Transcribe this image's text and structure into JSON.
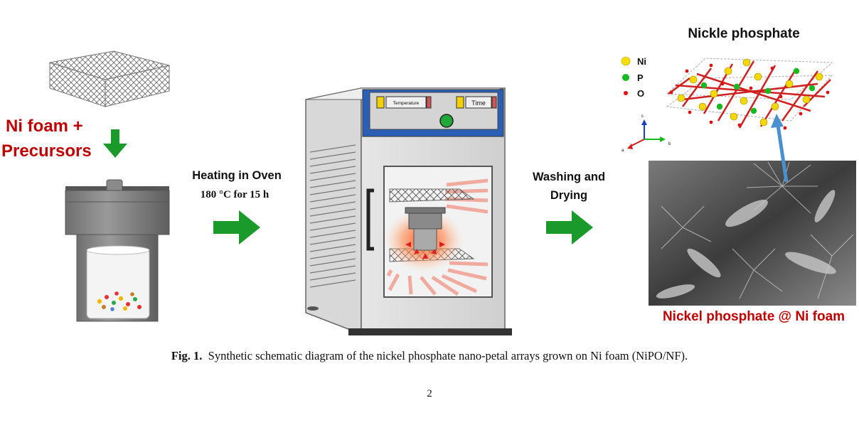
{
  "labels": {
    "precursor_line1": "Ni foam +",
    "precursor_line2": "Precursors",
    "heating_line1": "Heating in Oven",
    "heating_line2": "180 °C for 15 h",
    "washing_line1": "Washing and",
    "washing_line2": "Drying",
    "crystal_title": "Nickle phosphate",
    "result_label": "Nickel phosphate @ Ni foam"
  },
  "oven": {
    "temperature_label": "Temperature",
    "time_label": "Time"
  },
  "legend": [
    {
      "symbol": "Ni",
      "color": "#f5e000"
    },
    {
      "symbol": "P",
      "color": "#18b820"
    },
    {
      "symbol": "O",
      "color": "#e01010"
    }
  ],
  "axes": {
    "c": "c",
    "a": "a",
    "b": "b"
  },
  "caption": {
    "prefix": "Fig. 1.",
    "text": "Synthetic schematic diagram of the nickel phosphate nano-petal arrays grown on Ni foam (NiPO/NF)."
  },
  "page_number": "2",
  "colors": {
    "label_red": "#c00000",
    "arrow_green": "#1a9a2a",
    "arrow_blue": "#4a90d0",
    "oven_blue": "#2b5fb5",
    "indicator_green": "#22a838"
  }
}
